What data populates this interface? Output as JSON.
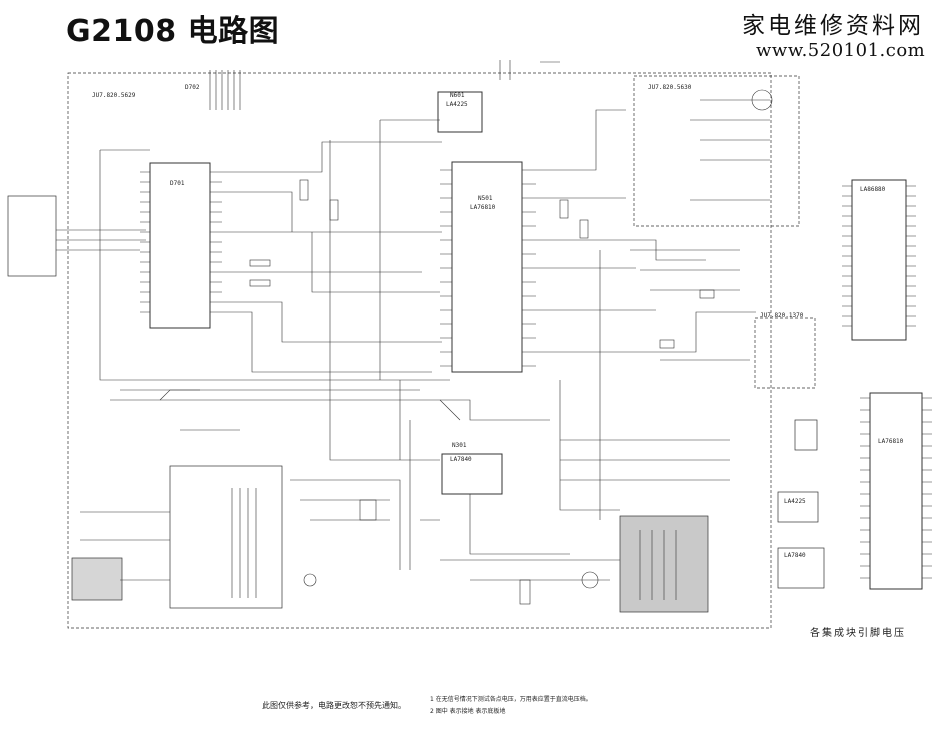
{
  "title": "G2108 电路图",
  "brand": "家电维修资料网",
  "url": "www.520101.com",
  "labels": {
    "board_a": "JU7.820.5629",
    "board_b": "JU7.820.5630",
    "board_c": "JU7.820.1370",
    "n601": "N601",
    "la4225": "LA4225",
    "d701": "D701",
    "d702": "D702",
    "n501": "N501",
    "la76810": "LA76810",
    "la7840": "LA7840",
    "la76810_side": "LA76810",
    "la4225_side": "LA4225",
    "ic_top_side": "LA86880",
    "la7840_side": "LA7840"
  },
  "caption": "各集成块引脚电压",
  "footer": {
    "note_left": "此图仅供参考，电路更改恕不预先通知。",
    "note_right_1": "1 在无信号情况下测试各点电压，万用表应置于直流电压档。",
    "note_right_2": "2 图中      表示接地      表示底板地"
  }
}
